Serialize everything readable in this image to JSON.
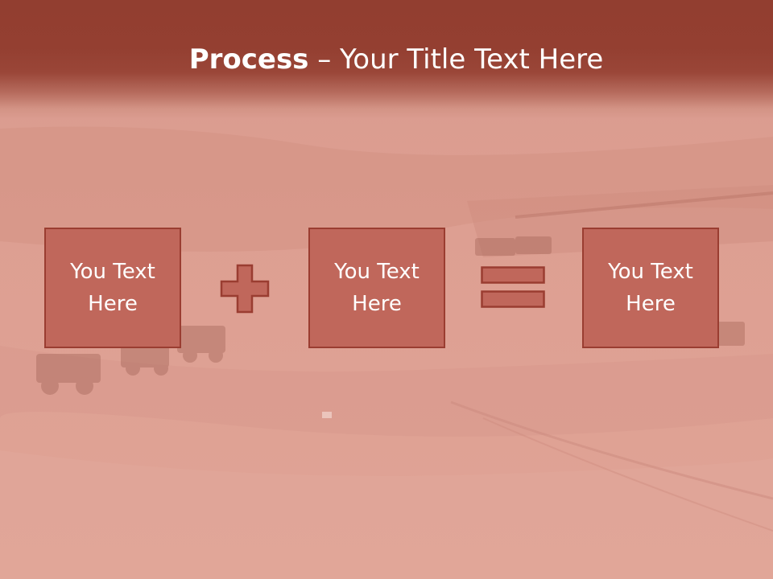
{
  "slide": {
    "title_strong": "Process",
    "title_rest": " – Your Title Text Here"
  },
  "boxes": [
    {
      "line1": "You Text",
      "line2": "Here"
    },
    {
      "line1": "You Text",
      "line2": "Here"
    },
    {
      "line1": "You Text",
      "line2": "Here"
    }
  ],
  "icons": {
    "operator_1": "plus-icon",
    "operator_2": "equals-icon"
  },
  "colors": {
    "header": "#923e30",
    "box_fill": "#c0675b",
    "box_border": "#9a3d31",
    "background": "#dc9c8f",
    "text": "#ffffff"
  }
}
